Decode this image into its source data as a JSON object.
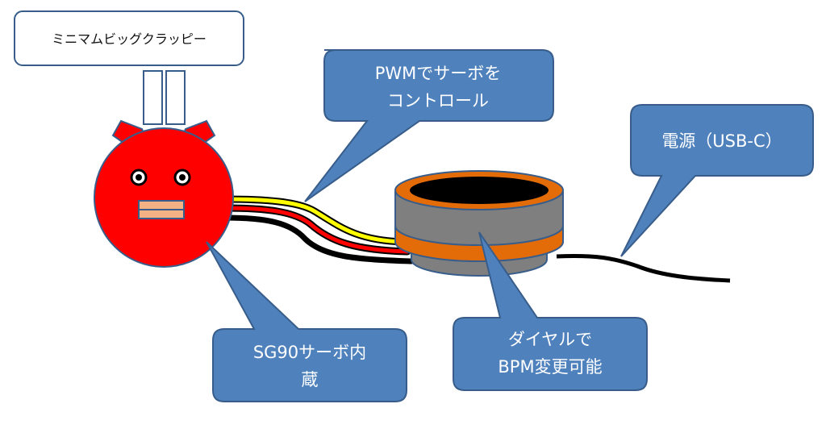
{
  "title_box": {
    "text": "ミニマムビッグクラッピー"
  },
  "callouts": {
    "pwm": {
      "line1": "PWMでサーボを",
      "line2": "コントロール"
    },
    "power": {
      "line1": "電源（USB-C）"
    },
    "servo": {
      "line1": "SG90サーボ内",
      "line2": "蔵"
    },
    "dial": {
      "line1": "ダイヤルで",
      "line2": "BPM変更可能"
    }
  },
  "colors": {
    "callout_fill": "#4f81bd",
    "callout_stroke": "#385d8a",
    "robot_red": "#ff0000",
    "ring_gray": "#7f7f7f",
    "ring_orange": "#e36c09",
    "wire_yellow": "#ffff00",
    "wire_red": "#ff0000",
    "wire_black": "#000000"
  }
}
